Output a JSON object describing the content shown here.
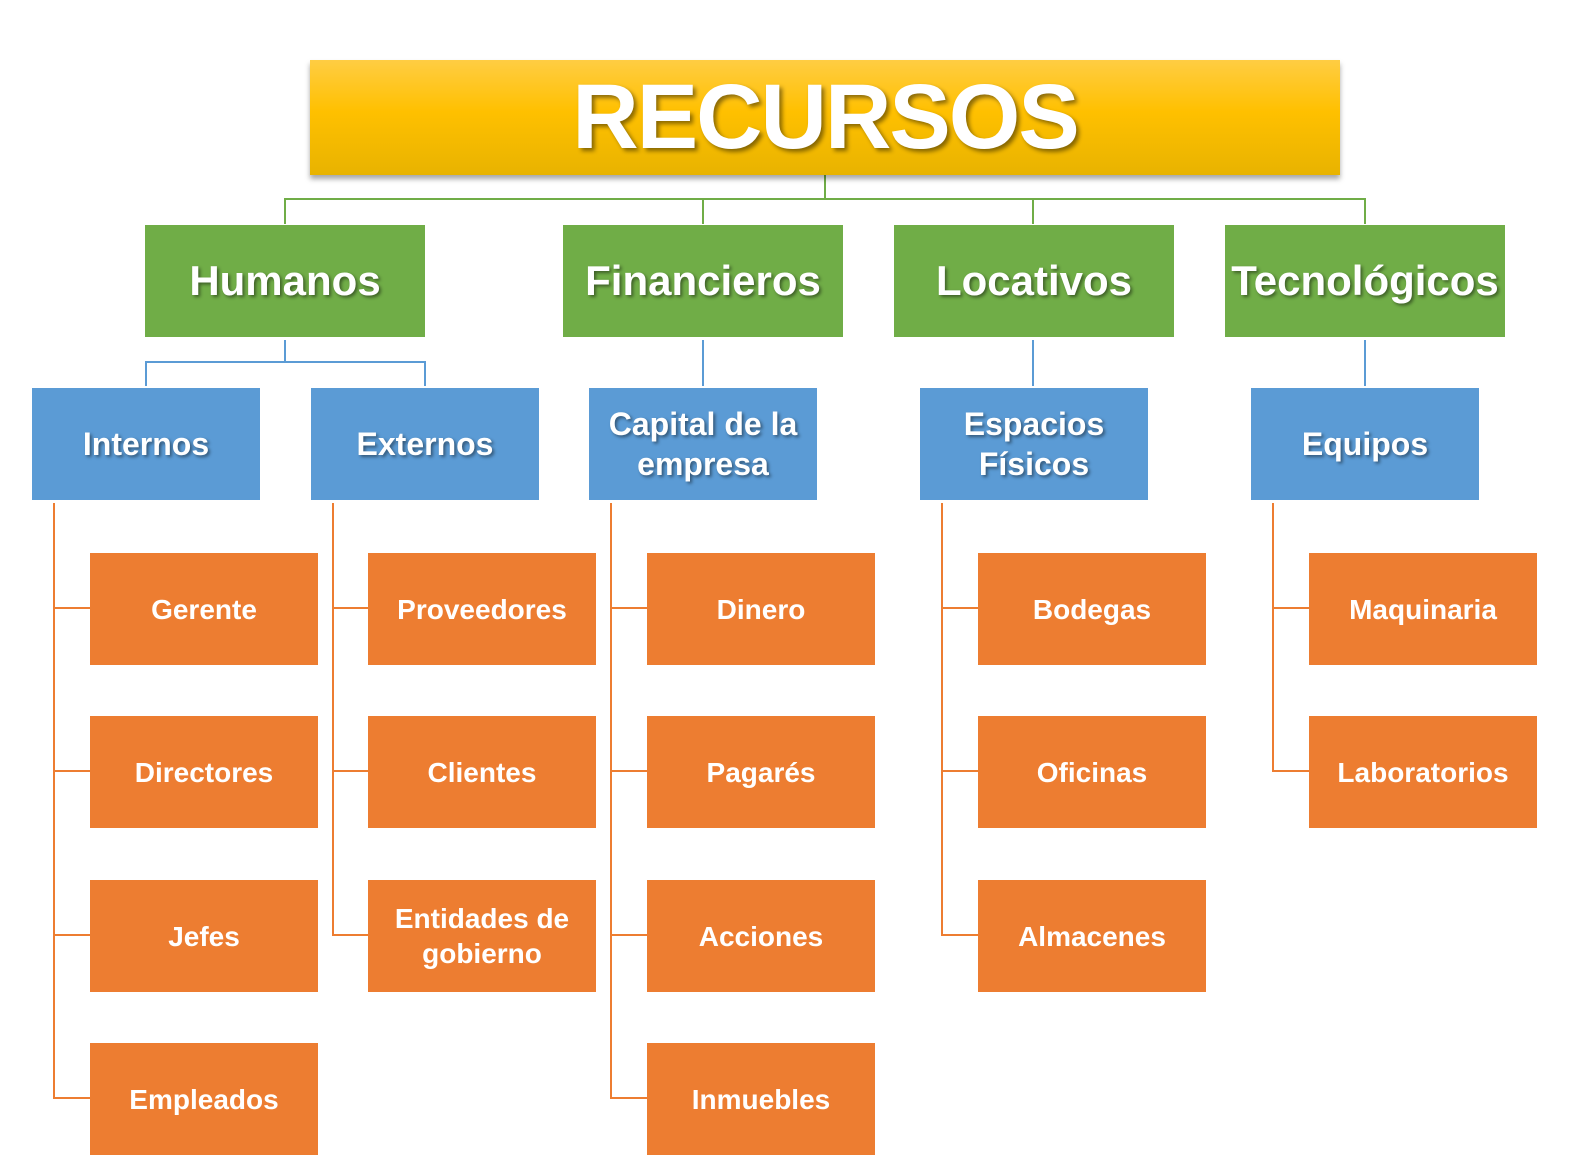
{
  "title": "RECURSOS",
  "colors": {
    "root": "#ffc000",
    "category": "#70ad47",
    "subcategory": "#5b9bd5",
    "item": "#ed7d31"
  },
  "categories": [
    {
      "label": "Humanos",
      "subcategories": [
        {
          "label": "Internos",
          "items": [
            "Gerente",
            "Directores",
            "Jefes",
            "Empleados"
          ]
        },
        {
          "label": "Externos",
          "items": [
            "Proveedores",
            "Clientes",
            "Entidades de gobierno"
          ]
        }
      ]
    },
    {
      "label": "Financieros",
      "subcategories": [
        {
          "label": "Capital de la empresa",
          "items": [
            "Dinero",
            "Pagarés",
            "Acciones",
            "Inmuebles"
          ]
        }
      ]
    },
    {
      "label": "Locativos",
      "subcategories": [
        {
          "label": "Espacios Físicos",
          "items": [
            "Bodegas",
            "Oficinas",
            "Almacenes"
          ]
        }
      ]
    },
    {
      "label": "Tecnológicos",
      "subcategories": [
        {
          "label": "Equipos",
          "items": [
            "Maquinaria",
            "Laboratorios"
          ]
        }
      ]
    }
  ]
}
